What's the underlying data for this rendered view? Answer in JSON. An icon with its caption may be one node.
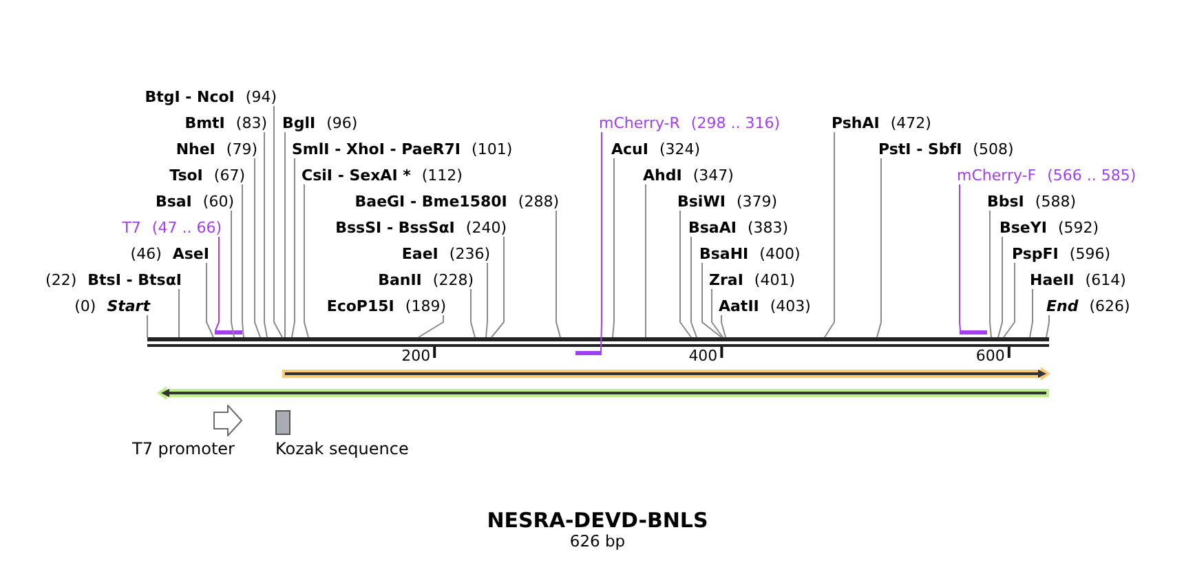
{
  "diagram": {
    "title": "NESRA-DEVD-BNLS",
    "caption": "626 bp",
    "nodes": [
      {
        "text": [
          "(0)",
          "Start"
        ]
      },
      {
        "text": [
          "(22)",
          "BtsI - BtsαI"
        ]
      },
      {
        "text": [
          "(46)",
          "AseI"
        ]
      },
      {
        "text": [
          "T7",
          "(47 .. 66)"
        ]
      },
      {
        "text": [
          "BsaI",
          "(60)"
        ]
      },
      {
        "text": [
          "TsoI",
          "(67)"
        ]
      },
      {
        "text": [
          "NheI",
          "(79)"
        ]
      },
      {
        "text": [
          "BmtI",
          "(83)"
        ]
      },
      {
        "text": [
          "BtgI - NcoI",
          "(94)"
        ]
      },
      {
        "text": [
          "BglI",
          "(96)"
        ]
      },
      {
        "text": [
          "SmlI - XhoI - PaeR7I",
          "(101)"
        ]
      },
      {
        "text": [
          "CsiI - SexAI *",
          "(112)"
        ]
      },
      {
        "text": [
          "EcoP15I",
          "(189)"
        ]
      },
      {
        "text": [
          "BanII",
          "(228)"
        ]
      },
      {
        "text": [
          "EaeI",
          "(236)"
        ]
      },
      {
        "text": [
          "BssSI - BssSαI",
          "(240)"
        ]
      },
      {
        "text": [
          "BaeGI - Bme1580I",
          "(288)"
        ]
      },
      {
        "text": [
          "mCherry-R",
          "(298 .. 316)"
        ]
      },
      {
        "text": [
          "AcuI",
          "(324)"
        ]
      },
      {
        "text": [
          "AhdI",
          "(347)"
        ]
      },
      {
        "text": [
          "BsiWI",
          "(379)"
        ]
      },
      {
        "text": [
          "BsaAI",
          "(383)"
        ]
      },
      {
        "text": [
          "BsaHI",
          "(400)"
        ]
      },
      {
        "text": [
          "ZraI",
          "(401)"
        ]
      },
      {
        "text": [
          "AatII",
          "(403)"
        ]
      },
      {
        "text": [
          "PshAI",
          "(472)"
        ]
      },
      {
        "text": [
          "PstI - SbfI",
          "(508)"
        ]
      },
      {
        "text": [
          "mCherry-F",
          "(566 .. 585)"
        ]
      },
      {
        "text": [
          "BbsI",
          "(588)"
        ]
      },
      {
        "text": [
          "BseYI",
          "(592)"
        ]
      },
      {
        "text": [
          "PspFI",
          "(596)"
        ]
      },
      {
        "text": [
          "HaeII",
          "(614)"
        ]
      },
      {
        "text": [
          "End",
          "(626)"
        ]
      },
      {
        "text": [],
        "shape": "bar"
      },
      {
        "text": [],
        "shape": "bar"
      },
      {
        "text": [],
        "shape": "bar"
      },
      {
        "text": [],
        "shape": "bar"
      },
      {
        "text": [],
        "shape": "bar"
      },
      {
        "text": [],
        "shape": "bar"
      },
      {
        "text": [
          "T7 promoter"
        ]
      },
      {
        "text": [
          "Kozak sequence"
        ]
      }
    ],
    "edges": [
      {
        "from": 0,
        "to": 33,
        "arrow": "none"
      },
      {
        "from": 1,
        "to": 33,
        "arrow": "none"
      },
      {
        "from": 2,
        "to": 33,
        "arrow": "none"
      },
      {
        "from": 3,
        "to": 34,
        "arrow": "none",
        "color": "#a040f0"
      },
      {
        "from": 4,
        "to": 33,
        "arrow": "none"
      },
      {
        "from": 5,
        "to": 33,
        "arrow": "none"
      },
      {
        "from": 6,
        "to": 33,
        "arrow": "none"
      },
      {
        "from": 7,
        "to": 33,
        "arrow": "none"
      },
      {
        "from": 8,
        "to": 33,
        "arrow": "none"
      },
      {
        "from": 9,
        "to": 33,
        "arrow": "none"
      },
      {
        "from": 10,
        "to": 33,
        "arrow": "none"
      },
      {
        "from": 11,
        "to": 33,
        "arrow": "none"
      },
      {
        "from": 12,
        "to": 33,
        "arrow": "none"
      },
      {
        "from": 13,
        "to": 33,
        "arrow": "none"
      },
      {
        "from": 14,
        "to": 33,
        "arrow": "none"
      },
      {
        "from": 15,
        "to": 33,
        "arrow": "none"
      },
      {
        "from": 16,
        "to": 33,
        "arrow": "none"
      },
      {
        "from": 17,
        "to": 35,
        "arrow": "none",
        "color": "#a040f0"
      },
      {
        "from": 18,
        "to": 33,
        "arrow": "none"
      },
      {
        "from": 19,
        "to": 33,
        "arrow": "none"
      },
      {
        "from": 20,
        "to": 33,
        "arrow": "none"
      },
      {
        "from": 21,
        "to": 33,
        "arrow": "none"
      },
      {
        "from": 22,
        "to": 33,
        "arrow": "none"
      },
      {
        "from": 23,
        "to": 33,
        "arrow": "none"
      },
      {
        "from": 24,
        "to": 33,
        "arrow": "none"
      },
      {
        "from": 25,
        "to": 33,
        "arrow": "none"
      },
      {
        "from": 26,
        "to": 33,
        "arrow": "none"
      },
      {
        "from": 27,
        "to": 36,
        "arrow": "none",
        "color": "#a040f0"
      },
      {
        "from": 28,
        "to": 33,
        "arrow": "none"
      },
      {
        "from": 29,
        "to": 33,
        "arrow": "none"
      },
      {
        "from": 30,
        "to": 33,
        "arrow": "none"
      },
      {
        "from": 31,
        "to": 33,
        "arrow": "none"
      },
      {
        "from": 32,
        "to": 33,
        "arrow": "none"
      }
    ],
    "labels": [
      "200",
      "400",
      "600"
    ]
  }
}
